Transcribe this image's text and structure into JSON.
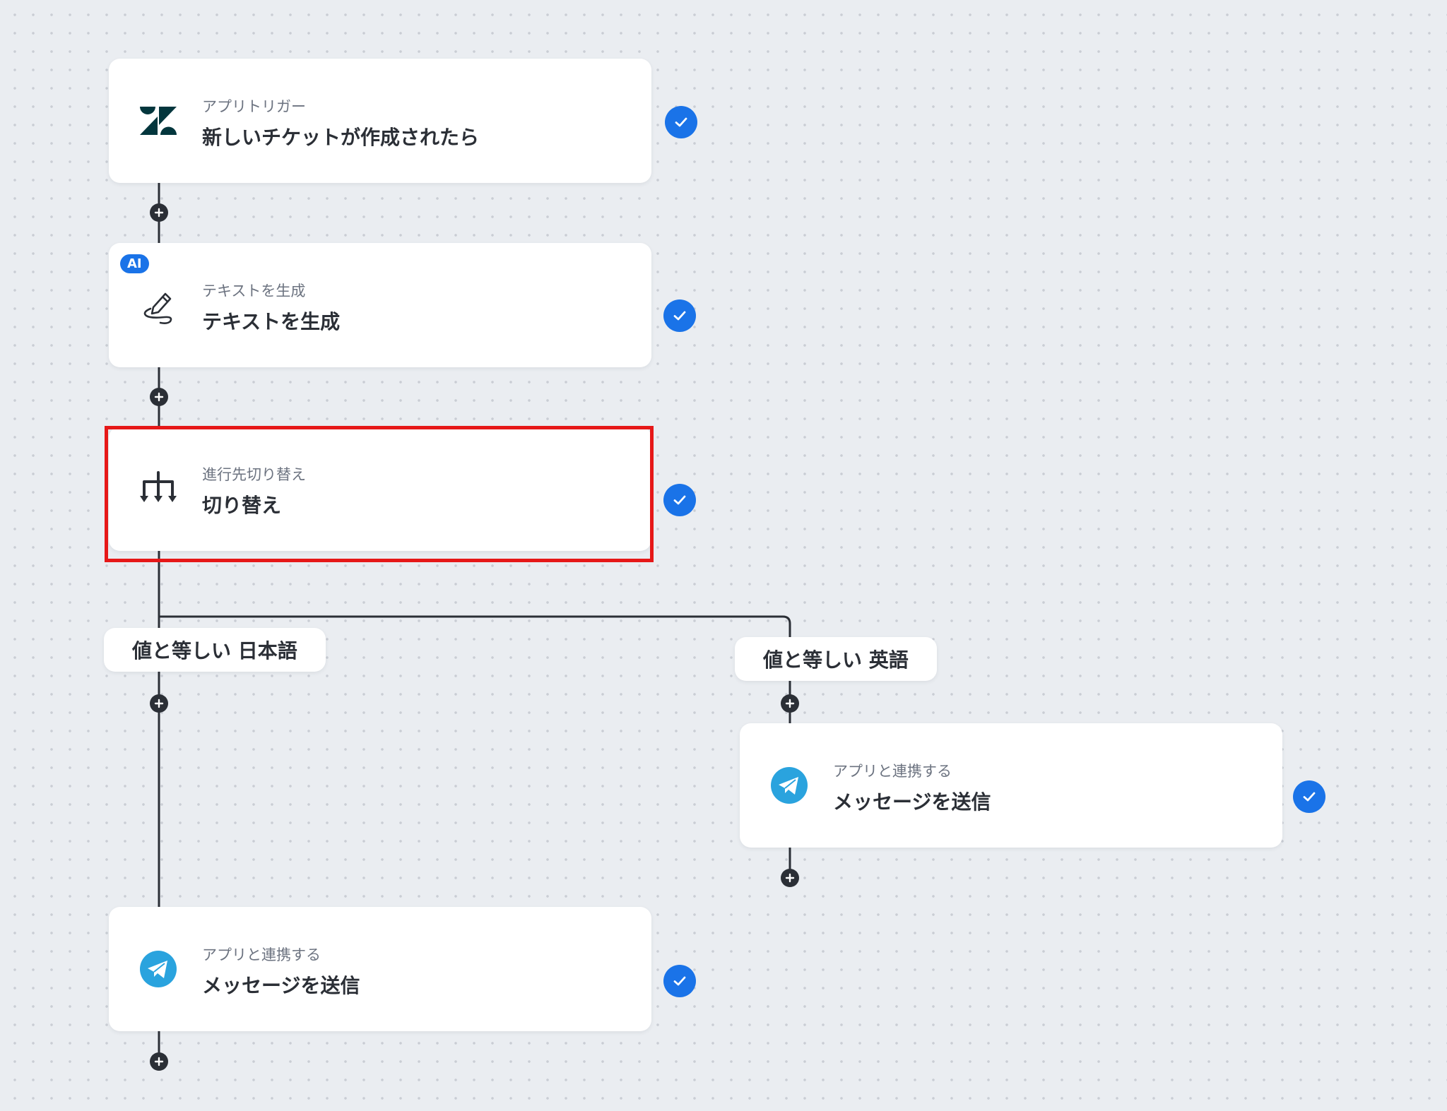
{
  "flow": {
    "steps": [
      {
        "id": "trigger",
        "label": "アプリトリガー",
        "title": "新しいチケットが作成されたら",
        "icon": "zendesk-icon",
        "status": "completed"
      },
      {
        "id": "ai-text",
        "badge": "AI",
        "label": "テキストを生成",
        "title": "テキストを生成",
        "icon": "pen-icon",
        "status": "completed"
      },
      {
        "id": "switch",
        "label": "進行先切り替え",
        "title": "切り替え",
        "icon": "branch-icon",
        "status": "completed",
        "highlighted": true
      },
      {
        "id": "telegram-en",
        "label": "アプリと連携する",
        "title": "メッセージを送信",
        "icon": "telegram-icon",
        "status": "completed"
      },
      {
        "id": "telegram-ja",
        "label": "アプリと連携する",
        "title": "メッセージを送信",
        "icon": "telegram-icon",
        "status": "completed"
      }
    ],
    "branches": [
      {
        "label": "値と等しい 日本語"
      },
      {
        "label": "値と等しい 英語"
      }
    ]
  },
  "colors": {
    "accent": "#1a73e8",
    "highlight": "#e61818",
    "connector": "#2b2f36",
    "zendesk": "#03363d",
    "telegram": "#2aa3de"
  }
}
